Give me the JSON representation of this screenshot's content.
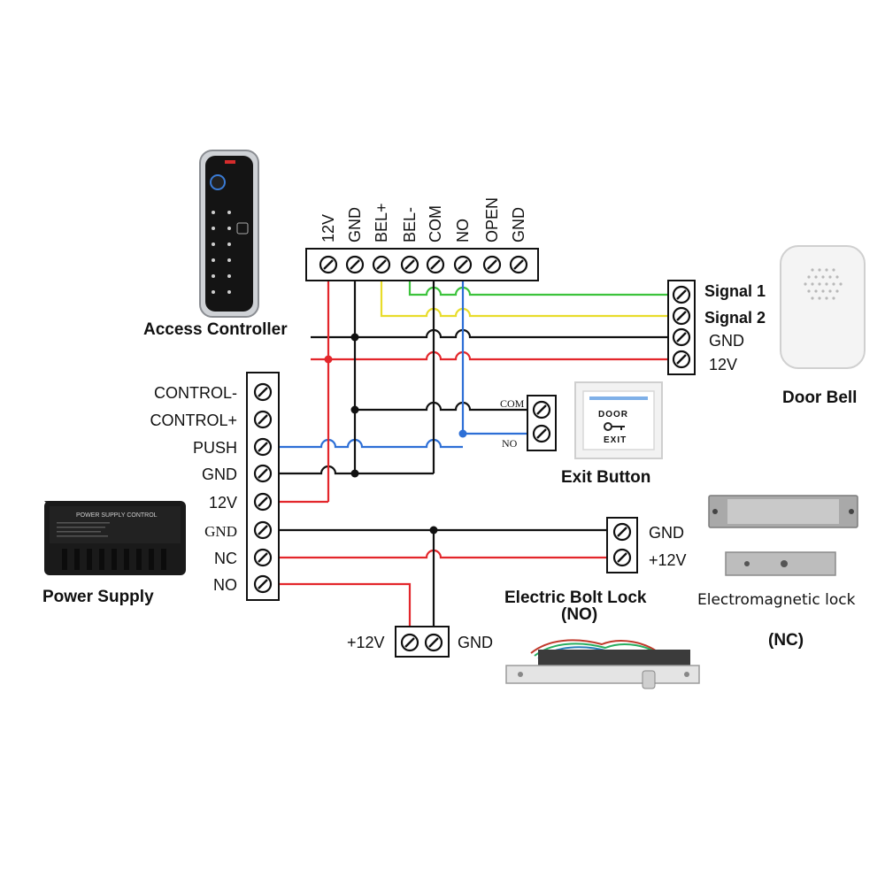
{
  "access_controller": {
    "title": "Access Controller",
    "terminals": [
      "12V",
      "GND",
      "BEL+",
      "BEL-",
      "COM",
      "NO",
      "OPEN",
      "GND"
    ]
  },
  "door_bell": {
    "title": "Door Bell",
    "terminals": [
      "Signal 1",
      "Signal 2",
      "GND",
      "12V"
    ]
  },
  "power_supply": {
    "title": "Power Supply",
    "terminals": [
      "CONTROL-",
      "CONTROL+",
      "PUSH",
      "GND",
      "12V",
      "GND",
      "NC",
      "NO"
    ],
    "device_label": "POWER SUPPLY CONTROL"
  },
  "exit_button": {
    "title": "Exit Button",
    "terminals": [
      "COM",
      "NO"
    ],
    "button_text_top": "DOOR",
    "button_text_bottom": "EXIT"
  },
  "electromagnetic_lock": {
    "title": "Electromagnetic lock",
    "mode": "(NC)",
    "terminals": [
      "GND",
      "+12V"
    ]
  },
  "electric_bolt_lock": {
    "title": "Electric Bolt Lock",
    "mode": "(NO)",
    "terminals": [
      "+12V",
      "GND"
    ]
  },
  "colors": {
    "red": "#e3262b",
    "black": "#111111",
    "blue": "#2d6fd6",
    "green": "#3cc33c",
    "yellow": "#e8dc2a"
  }
}
